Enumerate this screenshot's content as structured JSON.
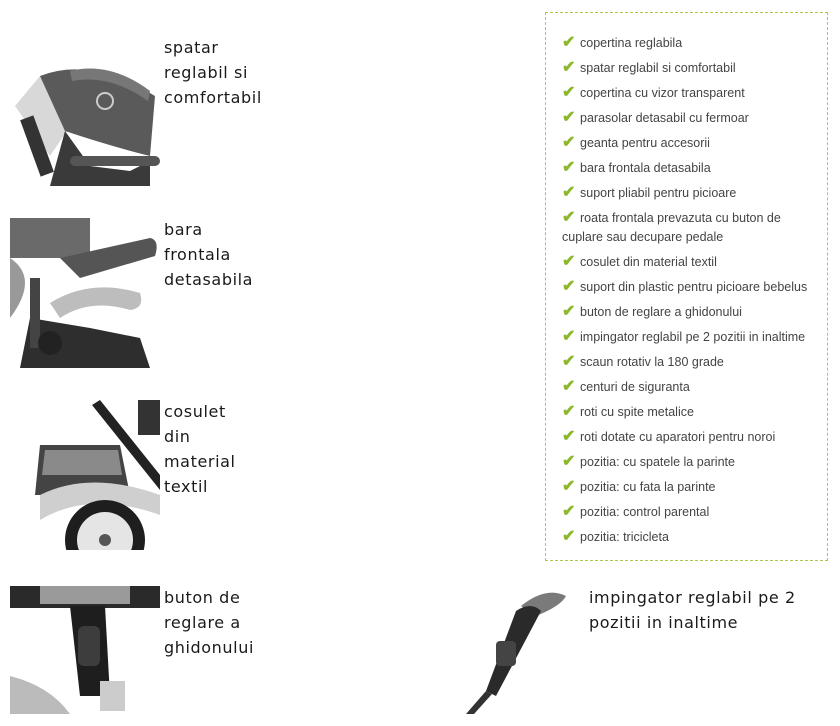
{
  "features": [
    {
      "title": "spatar reglabil si comfortabil"
    },
    {
      "title": "bara frontala detasabila"
    },
    {
      "title": "cosulet din material textil"
    },
    {
      "title": "buton de reglare a ghidonului"
    },
    {
      "title": "impingator reglabil pe 2 pozitii in inaltime"
    }
  ],
  "checklist": {
    "icon": "checkmark-icon",
    "accent_color": "#8cb82a",
    "items": [
      "copertina reglabila",
      "spatar reglabil si comfortabil",
      "copertina cu vizor transparent",
      "parasolar detasabil cu fermoar",
      "geanta pentru accesorii",
      "bara frontala detasabila",
      "suport pliabil pentru picioare",
      "roata frontala prevazuta cu buton de cuplare sau decupare pedale",
      "cosulet din material textil",
      "suport din plastic pentru picioare bebelus",
      "buton de reglare a ghidonului",
      "impingator reglabil pe 2 pozitii in inaltime",
      "scaun rotativ la 180 grade",
      "centuri de siguranta",
      "roti cu spite metalice",
      "roti dotate cu aparatori pentru noroi",
      "pozitia: cu spatele la parinte",
      "pozitia: cu fata la parinte",
      "pozitia: control parental",
      "pozitia: tricicleta"
    ]
  }
}
